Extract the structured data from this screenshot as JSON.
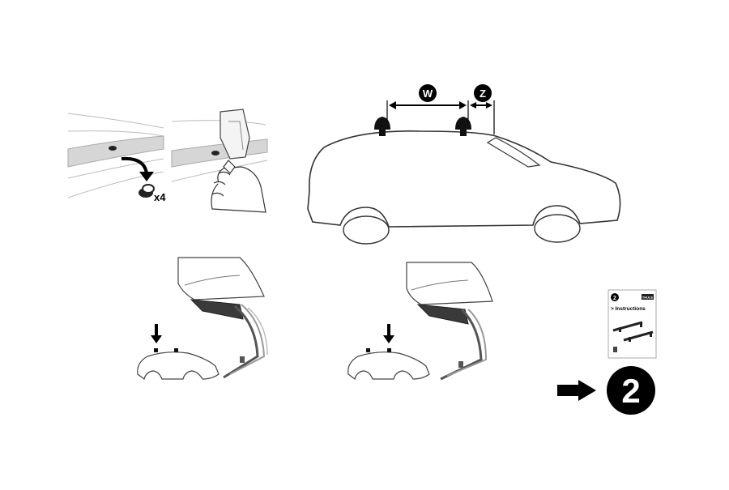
{
  "quantity_label": "x4",
  "dimension_labels": {
    "width": "W",
    "gap": "Z"
  },
  "booklet": {
    "step_number": "2",
    "title": "> Instructions",
    "brand": "THULE"
  },
  "next_step": {
    "number": "2"
  }
}
